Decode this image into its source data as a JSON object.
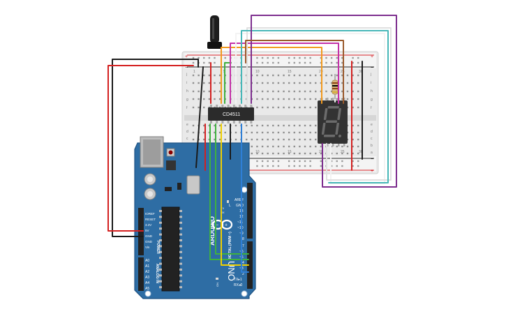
{
  "colors": {
    "board": "#2e6da4",
    "board_edge": "#1f5282",
    "breadboard": "#e9e9e9",
    "breadboard_rail": "#f4f4f4",
    "rail_red": "#d9232a",
    "rail_black": "#222222",
    "chip": "#2b2b2b",
    "display": "#333333",
    "segment": "#6b6b6b",
    "wire_black": "#1a1a1a",
    "wire_red": "#d42020",
    "wire_orange": "#f39a1d",
    "wire_green": "#3fb13f",
    "wire_magenta": "#c431a8",
    "wire_yellow": "#f0d000",
    "wire_blue": "#2f7fd6",
    "wire_white": "#f3f3f3",
    "wire_purple": "#7d2e8e",
    "wire_teal": "#47b7b8",
    "wire_brown": "#9a5a2c"
  },
  "icons": {
    "logo": "arduino-infinity-logo",
    "potentiometer": "potentiometer-knob"
  },
  "chip": {
    "label": "CD4511"
  },
  "breadboard": {
    "row_letters_top": [
      "j",
      "i",
      "h",
      "g",
      "f"
    ],
    "row_letters_bottom": [
      "e",
      "d",
      "c",
      "b",
      "a"
    ],
    "column_numbers": [
      "1",
      "5",
      "10",
      "15",
      "20",
      "25",
      "30"
    ],
    "rail_marks": [
      "+",
      "−"
    ]
  },
  "arduino": {
    "logo_text": "ARDUINO",
    "model_text": "UNO",
    "power_header": [
      "IOREF",
      "RESET",
      "3.3V",
      "5V",
      "GND",
      "GND",
      "Vin"
    ],
    "power_title": "POWER",
    "analog_header": [
      "A0",
      "A1",
      "A2",
      "A3",
      "A4",
      "A5"
    ],
    "analog_title": "ANALOG IN",
    "digital_header": [
      "AREF",
      "GND",
      "13",
      "12",
      "~11",
      "~10",
      "~9",
      "8",
      "7",
      "~6",
      "~5",
      "4",
      "~3",
      "2",
      "TX▸1",
      "RX◂0"
    ],
    "digital_title": "DIGITAL (PWM ~)",
    "on_label": "ON",
    "l_label": "L",
    "tx_label": "TX",
    "rx_label": "RX"
  }
}
